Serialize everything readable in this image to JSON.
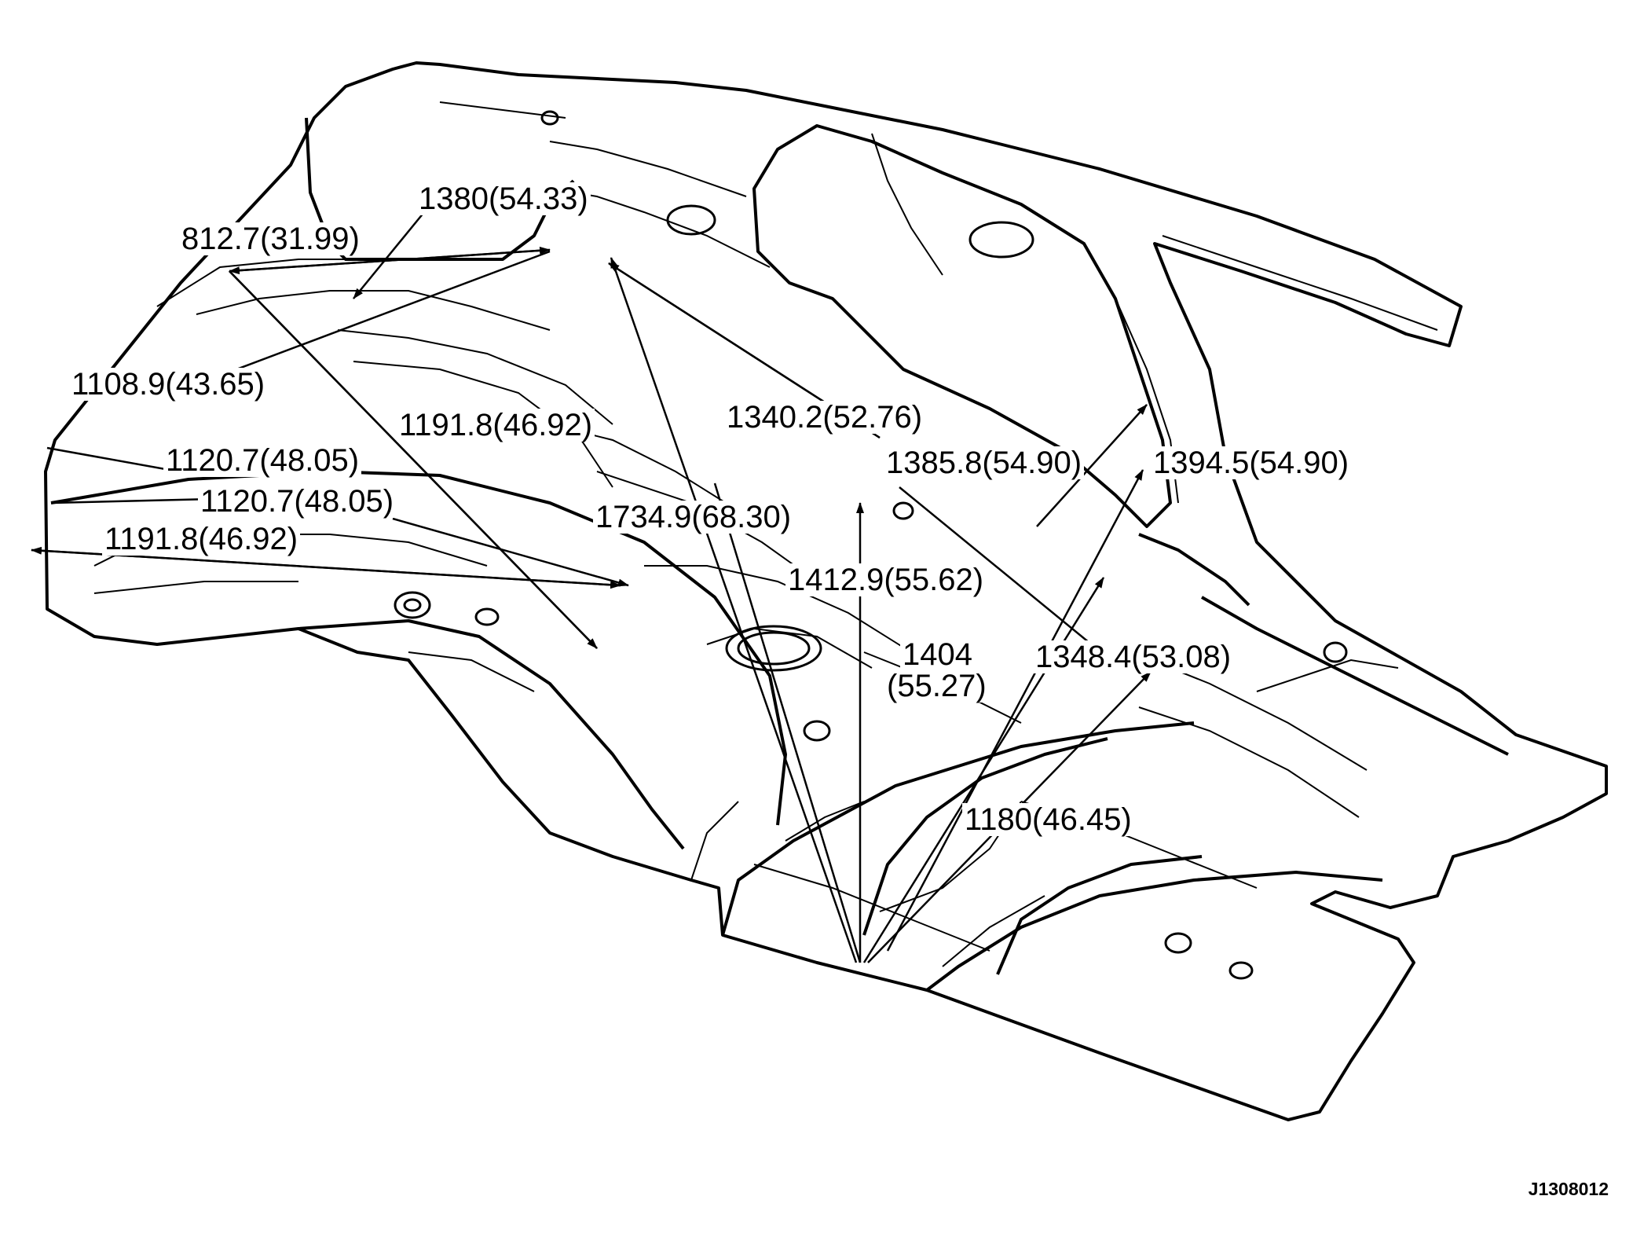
{
  "diagram": {
    "figure_id": "J1308012",
    "labels": {
      "a": "812.7(31.99)",
      "b": "1380(54.33)",
      "c": "1108.9(43.65)",
      "d": "1191.8(46.92)",
      "e": "1120.7(48.05)",
      "f": "1120.7(48.05)",
      "g": "1191.8(46.92)",
      "h": "1340.2(52.76)",
      "i": "1385.8(54.90)",
      "j": "1394.5(54.90)",
      "k": "1734.9(68.30)",
      "l": "1412.9(55.62)",
      "m_line1": "1404",
      "m_line2": "(55.27)",
      "n": "1348.4(53.08)",
      "o": "1180(46.45)"
    },
    "colors": {
      "line": "#000000",
      "background": "#ffffff"
    }
  }
}
